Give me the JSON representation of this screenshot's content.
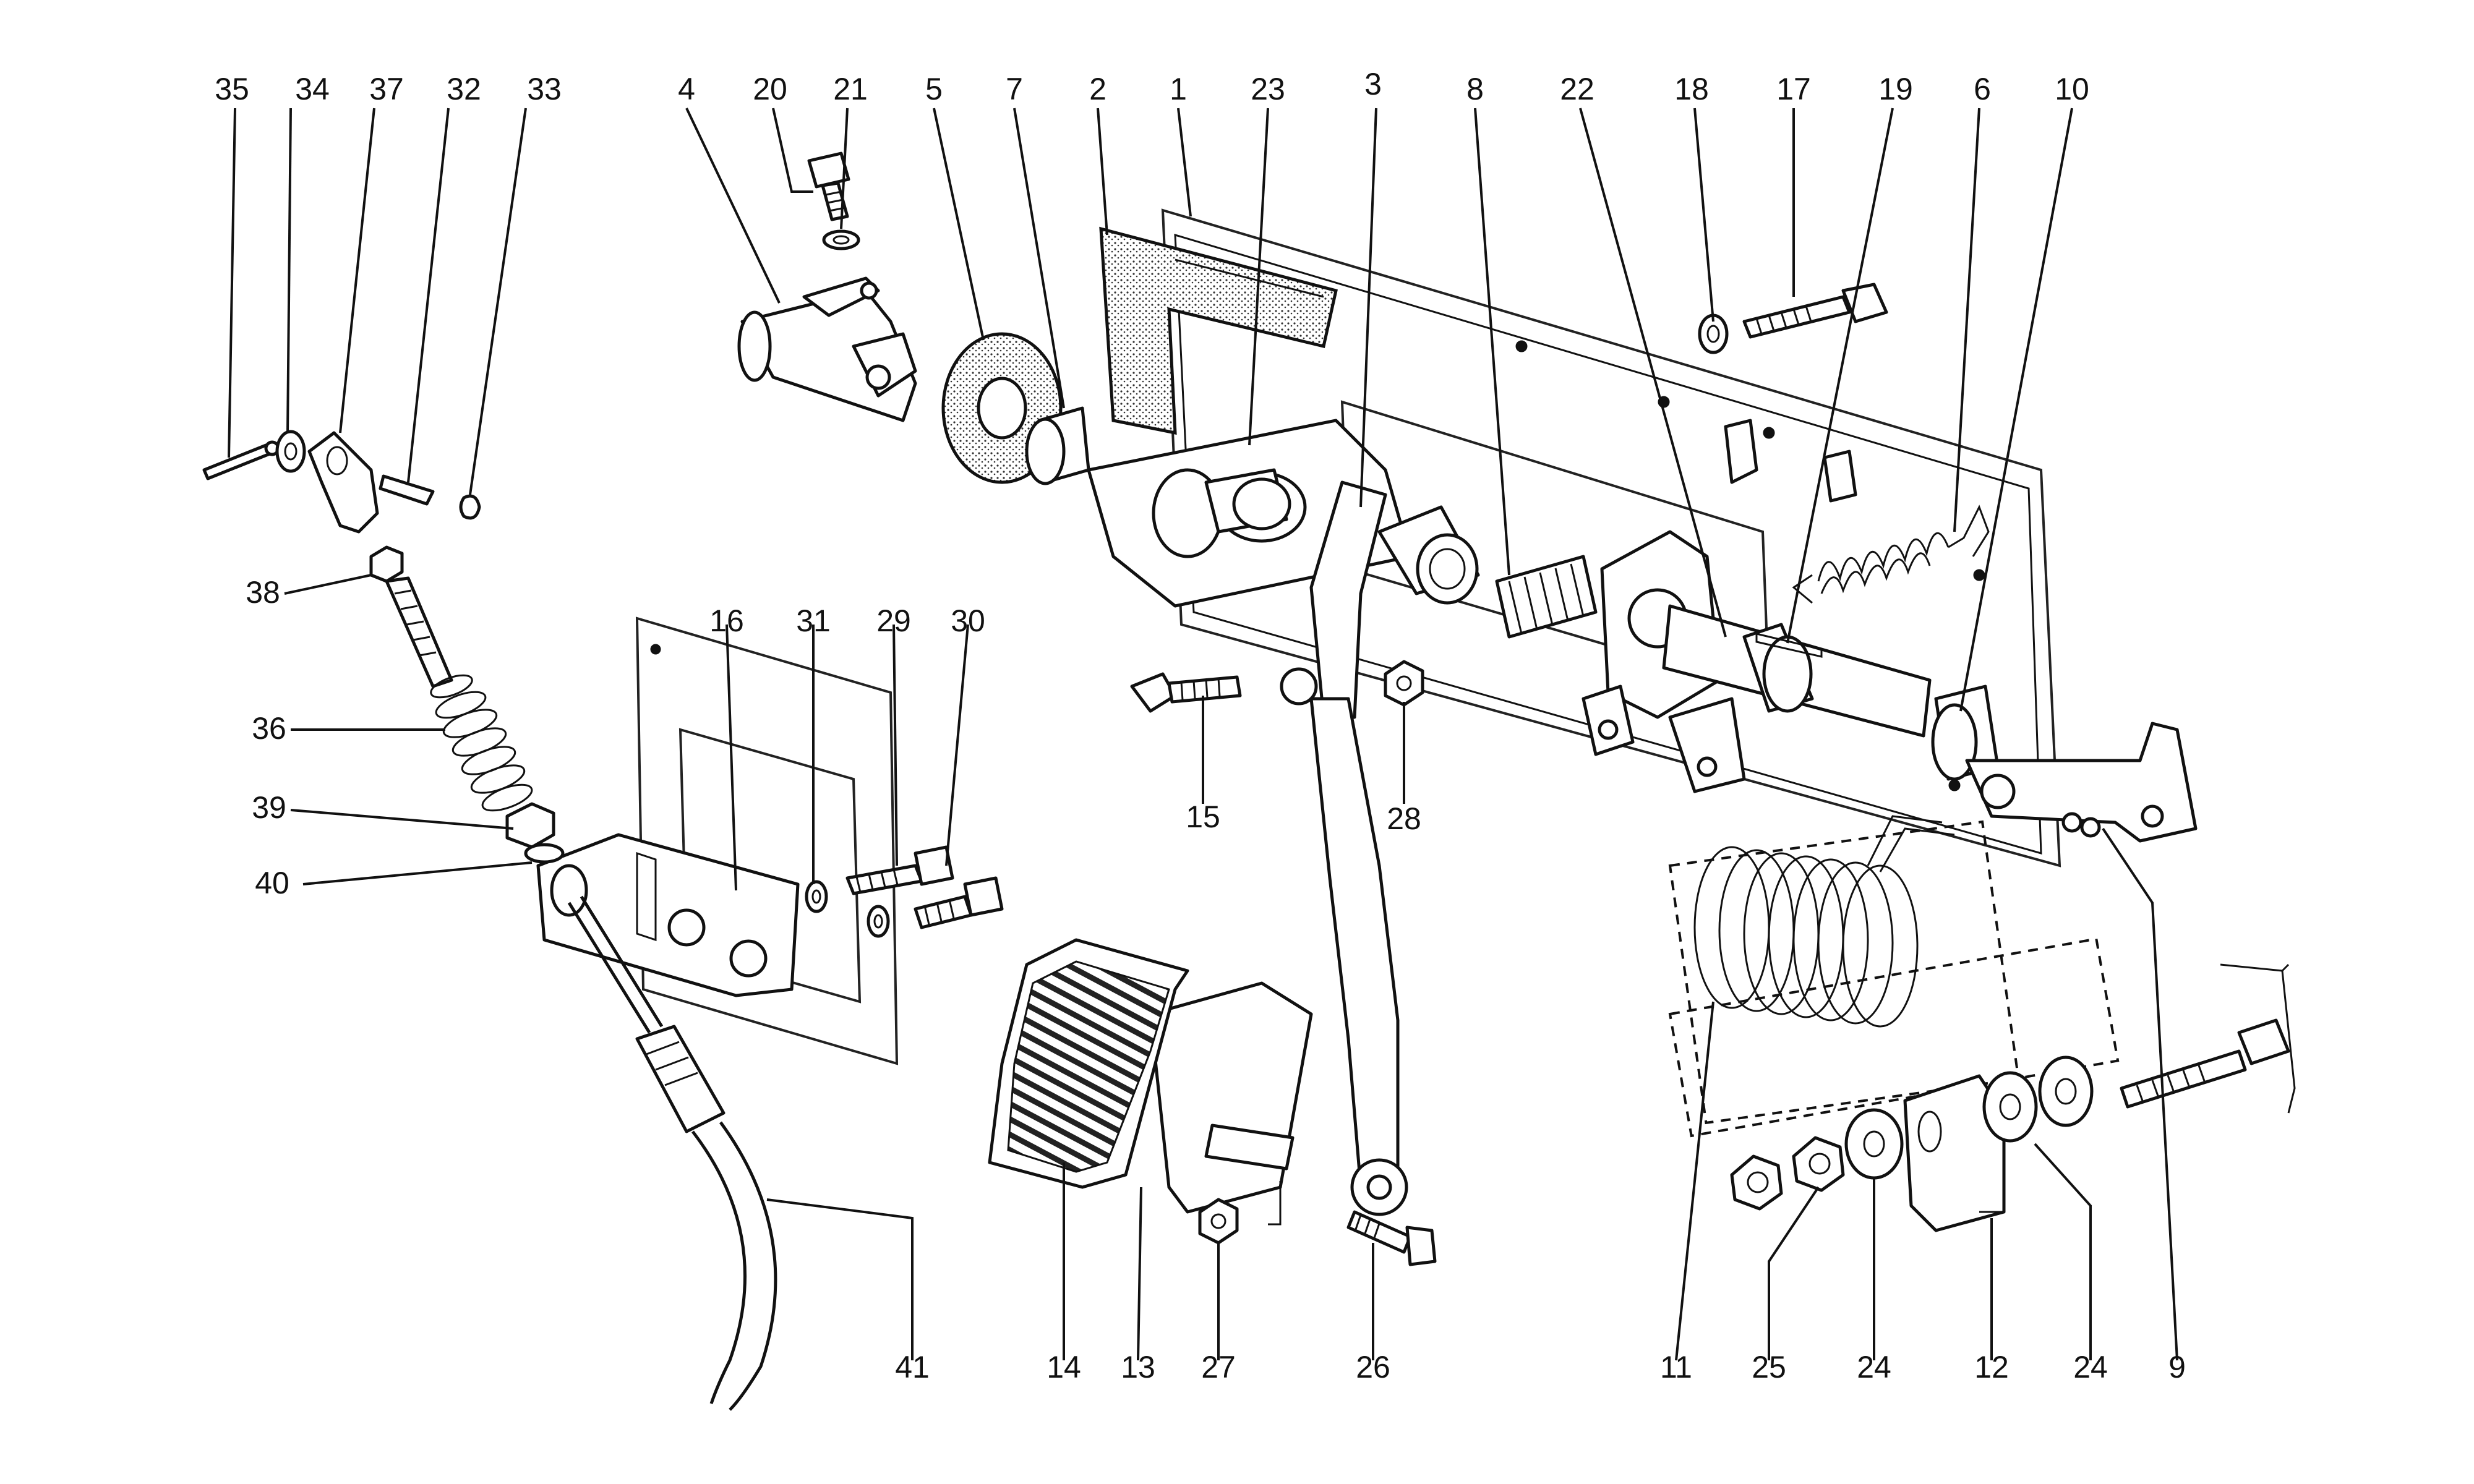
{
  "callouts": {
    "c1": "1",
    "c2": "2",
    "c3": "3",
    "c4": "4",
    "c5": "5",
    "c6": "6",
    "c7": "7",
    "c8": "8",
    "c9": "9",
    "c10": "10",
    "c11": "11",
    "c12": "12",
    "c13": "13",
    "c14": "14",
    "c15": "15",
    "c16": "16",
    "c17": "17",
    "c18": "18",
    "c19": "19",
    "c20": "20",
    "c21": "21",
    "c22": "22",
    "c23": "23",
    "c24a": "24",
    "c24b": "24",
    "c25": "25",
    "c26": "26",
    "c27": "27",
    "c28": "28",
    "c29": "29",
    "c30": "30",
    "c31": "31",
    "c32": "32",
    "c33": "33",
    "c34": "34",
    "c35": "35",
    "c36": "36",
    "c37": "37",
    "c38": "38",
    "c39": "39",
    "c40": "40",
    "c41": "41"
  }
}
